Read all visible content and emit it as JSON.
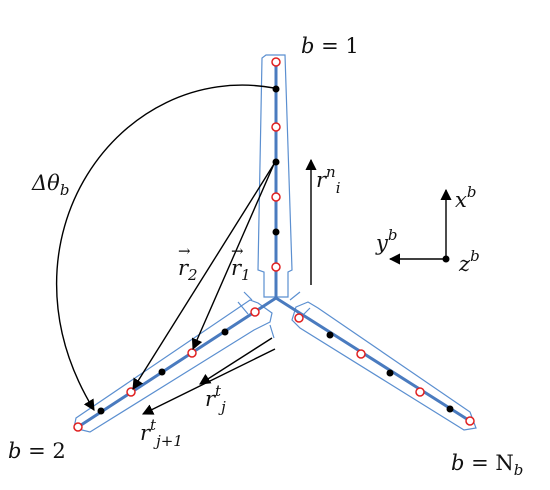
{
  "labels": {
    "blade1_var": "b",
    "blade1_eq": "= 1",
    "blade2_var": "b",
    "blade2_eq": "= 2",
    "bladeN_var": "b",
    "bladeN_eq": "= N",
    "bladeN_sub": "b",
    "delta_theta_main": "Δθ",
    "delta_theta_sub": "b",
    "r_n_base": "r",
    "r_n_sup": "n",
    "r_n_sub": "i",
    "r_t_base": "r",
    "r_t_sup": "t",
    "r_t_sub": "j",
    "r_t1_base": "r",
    "r_t1_sup": "t",
    "r_t1_sub": "j+1",
    "r1_base": "r",
    "r1_sub": "1",
    "r2_base": "r",
    "r2_sub": "2",
    "vec_arrow": "→",
    "axis_x_base": "x",
    "axis_x_sup": "b",
    "axis_y_base": "y",
    "axis_y_sup": "b",
    "axis_z_base": "z",
    "axis_z_sup": "b"
  },
  "colors": {
    "blade_line": "#4a7bbf",
    "outline": "#5b8fd0",
    "open_node": "#e02020",
    "solid_node": "#000000",
    "arrow": "#000000"
  }
}
